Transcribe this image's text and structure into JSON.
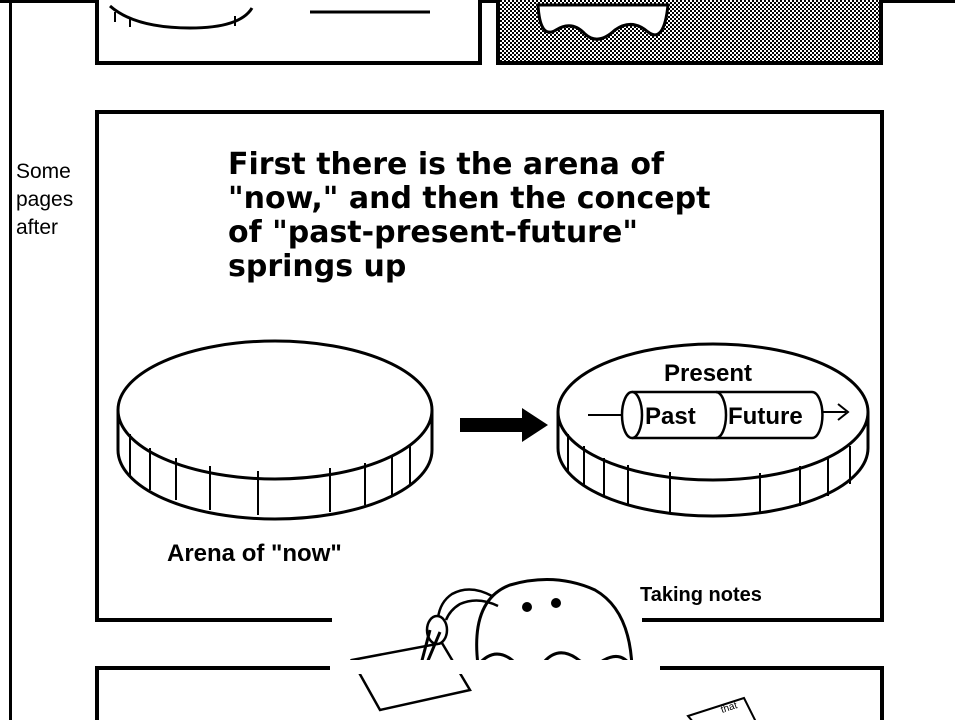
{
  "caption": "Some\npages\nafter",
  "headline": "First there is the arena of\n\"now,\" and then the concept\nof \"past-present-future\"\nsprings up",
  "diagram": {
    "present_label": "Present",
    "past_label": "Past",
    "future_label": "Future",
    "arena_label": "Arena of \"now\""
  },
  "annotation": "Taking notes",
  "paper_scrap_text": "that"
}
